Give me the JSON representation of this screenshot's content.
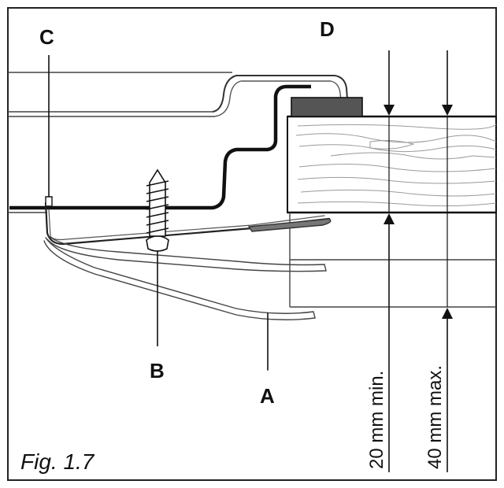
{
  "figure": {
    "caption": "Fig. 1.7"
  },
  "labels": {
    "a": "A",
    "b": "B",
    "c": "C",
    "d": "D"
  },
  "dimensions": {
    "min": "20 mm min.",
    "max": "40 mm max."
  },
  "colors": {
    "ink": "#111111",
    "frame": "#222222",
    "light_line": "#666666",
    "clip_fill": "#555555",
    "bracket_grey": "#777777",
    "wood_grain": "#9a9a9a"
  }
}
